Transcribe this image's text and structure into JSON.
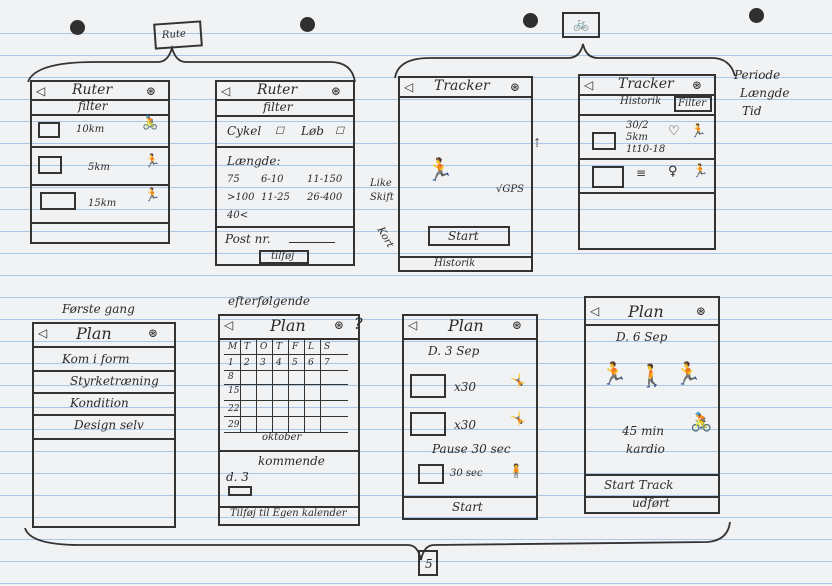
{
  "top_marker": "Rute",
  "top_right_icon": "cyclist-icon",
  "bottom_marker": "5",
  "screens": {
    "rutes_list": {
      "title": "Ruter",
      "subtitle": "filter",
      "items": [
        {
          "distance": "10km"
        },
        {
          "distance": "5km"
        },
        {
          "distance": "15km"
        }
      ]
    },
    "rutes_filter": {
      "title": "Ruter",
      "subtitle": "filter",
      "types": [
        "Cykel",
        "Løb"
      ],
      "length_label": "Længde:",
      "ranges": [
        "75",
        "6-10",
        "11-150",
        ">100",
        "11-25",
        "26-400",
        "40<"
      ],
      "post_label": "Post nr.",
      "apply_label": "tilføj"
    },
    "tracker": {
      "title": "Tracker",
      "annotation_left_1": "Like",
      "annotation_left_2": "Skift",
      "annotation_gps": "√GPS",
      "annotation_kort": "Kort",
      "start_label": "Start",
      "history_label": "Historik"
    },
    "tracker_history": {
      "title": "Tracker",
      "history_tab": "Historik",
      "filter_tab": "Filter",
      "annotations": [
        "Periode",
        "Længde",
        "Tid"
      ],
      "entry": [
        "30/2",
        "5km",
        "1t10-18"
      ]
    },
    "plan_menu": {
      "caption": "Første gang",
      "title": "Plan",
      "items": [
        "Kom i form",
        "Styrketræning",
        "Kondition",
        "Design selv"
      ]
    },
    "plan_calendar": {
      "caption": "efterfølgende",
      "title": "Plan",
      "weekdays": [
        "M",
        "T",
        "O",
        "T",
        "F",
        "L",
        "S"
      ],
      "row1": [
        "1",
        "2",
        "3",
        "4",
        "5",
        "6",
        "7"
      ],
      "left_days": [
        "8",
        "15",
        "22",
        "29"
      ],
      "month_label": "oktober",
      "next_label": "kommende",
      "day_label": "d. 3",
      "add_label": "Tilføj til Egen kalender",
      "question": "?"
    },
    "plan_day": {
      "title": "Plan",
      "date": "D. 3 Sep",
      "reps": [
        "x30",
        "x30"
      ],
      "pause_label": "Pause 30 sec",
      "last_rep": "30 sec",
      "start_label": "Start"
    },
    "plan_cardio": {
      "title": "Plan",
      "date": "D. 6 Sep",
      "duration": "45 min",
      "type": "kardio",
      "start_label": "Start Track",
      "done_label": "udført"
    }
  }
}
